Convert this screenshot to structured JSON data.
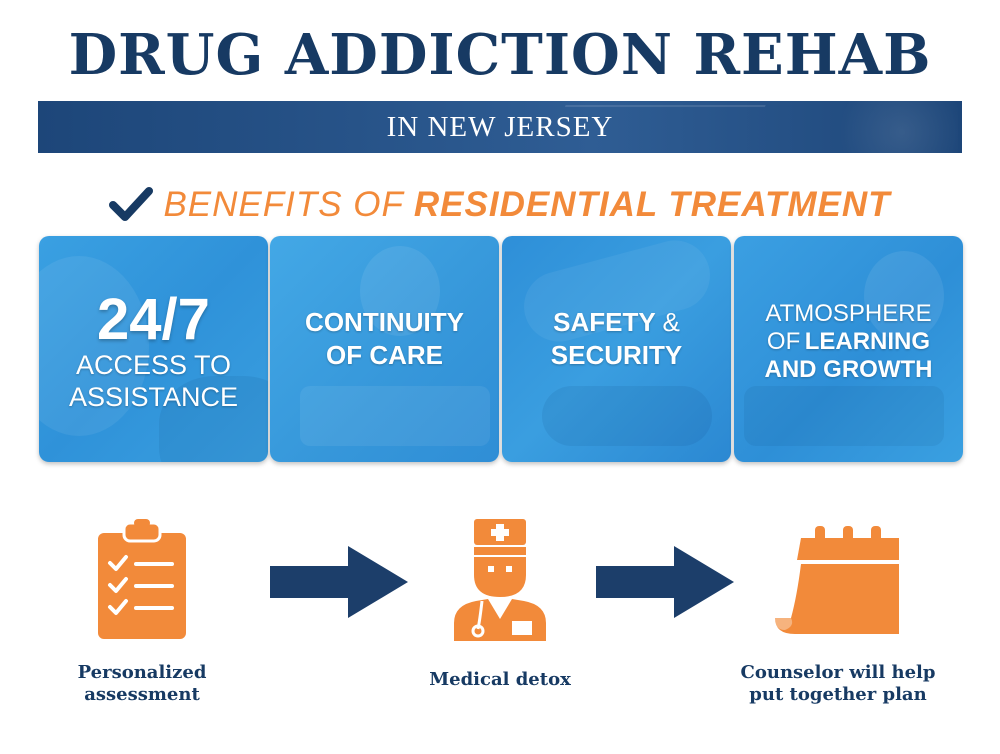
{
  "header": {
    "title": "DRUG ADDICTION REHAB",
    "subtitle": "IN NEW JERSEY"
  },
  "benefits_heading": {
    "icon": "checkmark-icon",
    "lead": "BENEFITS OF",
    "emphasis": "RESIDENTIAL TREATMENT"
  },
  "cards": [
    {
      "line1": "24/7",
      "line2": "ACCESS TO",
      "line3": "ASSISTANCE"
    },
    {
      "line1": "CONTINUITY",
      "line2": "OF CARE"
    },
    {
      "line1": "SAFETY",
      "amp": "&",
      "line2": "SECURITY"
    },
    {
      "line1": "ATMOSPHERE",
      "of": "OF",
      "line2": "LEARNING",
      "line3": "AND GROWTH"
    }
  ],
  "steps": [
    {
      "icon": "clipboard-checklist-icon",
      "label_line1": "Personalized",
      "label_line2": "assessment"
    },
    {
      "icon": "doctor-icon",
      "label_line1": "Medical detox"
    },
    {
      "icon": "calendar-icon",
      "label_line1": "Counselor will help",
      "label_line2": "put together plan"
    }
  ],
  "colors": {
    "navy": "#173a63",
    "orange": "#f28a3a",
    "card_blue": "#3597dc",
    "arrow_navy": "#1c3e6a"
  }
}
